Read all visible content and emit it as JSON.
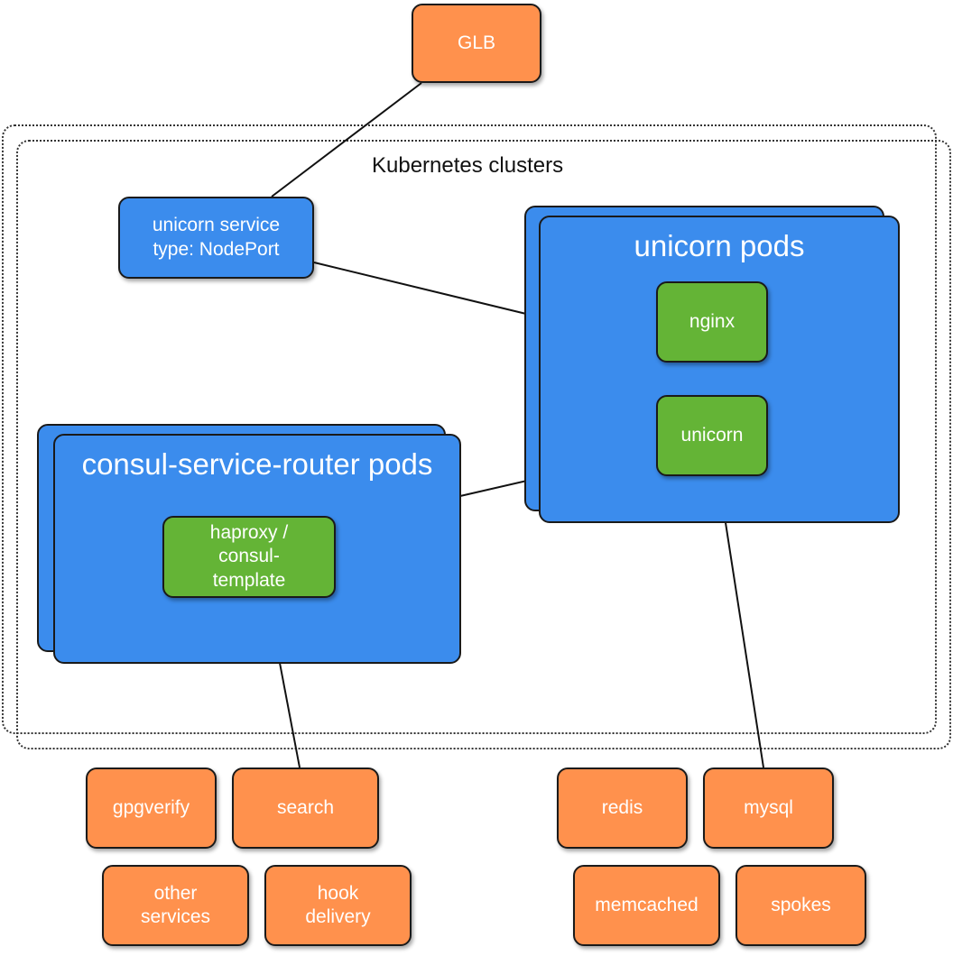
{
  "diagram": {
    "cluster_label": "Kubernetes clusters",
    "glb": "GLB",
    "unicorn_service": "unicorn service\ntype: NodePort",
    "unicorn_pods_title": "unicorn pods",
    "nginx": "nginx",
    "unicorn": "unicorn",
    "router_pods_title": "consul-service-router pods",
    "haproxy": "haproxy /\nconsul-\ntemplate",
    "services": {
      "gpgverify": "gpgverify",
      "search": "search",
      "other_services": "other\nservices",
      "hook_delivery": "hook\ndelivery",
      "redis": "redis",
      "mysql": "mysql",
      "memcached": "memcached",
      "spokes": "spokes"
    },
    "colors": {
      "blue": "#3b8ced",
      "green": "#64b436",
      "orange": "#ff914d"
    }
  }
}
